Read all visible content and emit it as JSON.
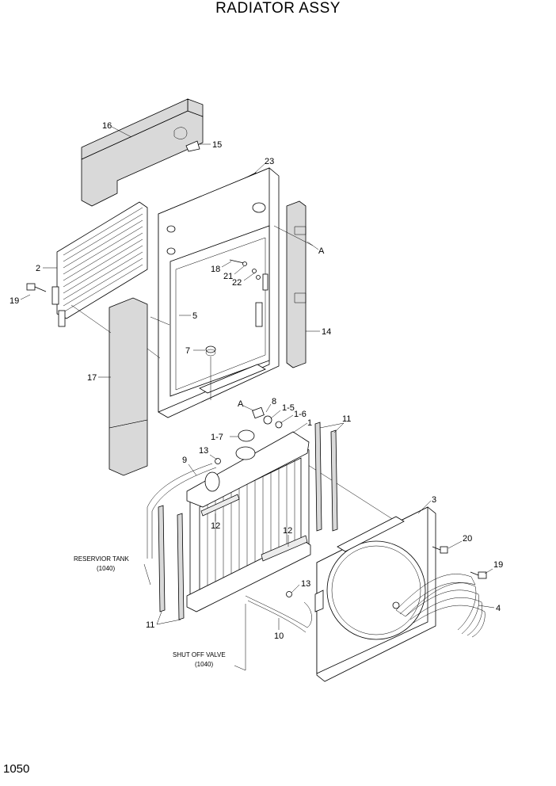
{
  "title": "RADIATOR ASSY",
  "page_number": "1050",
  "callouts": [
    {
      "id": "c16",
      "text": "16"
    },
    {
      "id": "c15",
      "text": "15"
    },
    {
      "id": "c23",
      "text": "23"
    },
    {
      "id": "cA1",
      "text": "A"
    },
    {
      "id": "c2",
      "text": "2"
    },
    {
      "id": "c18",
      "text": "18"
    },
    {
      "id": "c21",
      "text": "21"
    },
    {
      "id": "c22",
      "text": "22"
    },
    {
      "id": "c19a",
      "text": "19"
    },
    {
      "id": "c5",
      "text": "5"
    },
    {
      "id": "c14",
      "text": "14"
    },
    {
      "id": "c7",
      "text": "7"
    },
    {
      "id": "c17",
      "text": "17"
    },
    {
      "id": "cA2",
      "text": "A"
    },
    {
      "id": "c8",
      "text": "8"
    },
    {
      "id": "c1-5",
      "text": "1-5"
    },
    {
      "id": "c1-6",
      "text": "1-6"
    },
    {
      "id": "c1",
      "text": "1"
    },
    {
      "id": "c11a",
      "text": "11"
    },
    {
      "id": "c1-7",
      "text": "1-7"
    },
    {
      "id": "c9",
      "text": "9"
    },
    {
      "id": "c13a",
      "text": "13"
    },
    {
      "id": "c3",
      "text": "3"
    },
    {
      "id": "c12a",
      "text": "12"
    },
    {
      "id": "c12b",
      "text": "12"
    },
    {
      "id": "c20",
      "text": "20"
    },
    {
      "id": "c19b",
      "text": "19"
    },
    {
      "id": "c13b",
      "text": "13"
    },
    {
      "id": "c4",
      "text": "4"
    },
    {
      "id": "c11b",
      "text": "11"
    },
    {
      "id": "c10",
      "text": "10"
    }
  ],
  "notes": {
    "reservoir_tank": "RESERVIOR TANK",
    "reservoir_ref": "(1040)",
    "shut_off_valve": "SHUT OFF VALVE",
    "shut_off_ref": "(1040)"
  }
}
